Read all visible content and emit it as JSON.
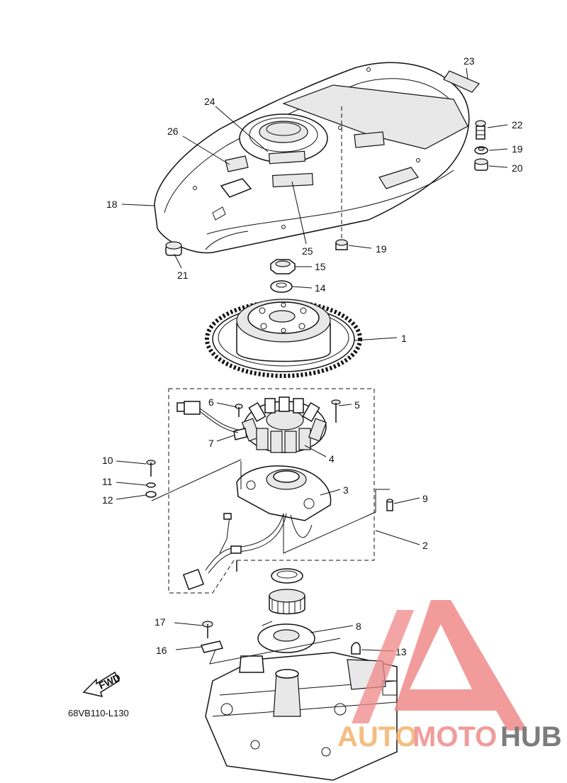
{
  "diagram": {
    "part_callouts": [
      "1",
      "2",
      "3",
      "4",
      "5",
      "6",
      "7",
      "8",
      "9",
      "10",
      "11",
      "12",
      "13",
      "14",
      "15",
      "16",
      "17",
      "18",
      "19",
      "19",
      "20",
      "21",
      "22",
      "23",
      "24",
      "25",
      "26"
    ],
    "fwd_label": "FWD",
    "drawing_code": "68VB110-L130"
  },
  "watermark": {
    "brand_part1": "AUTO",
    "brand_part2": "MOTO",
    "brand_part3": "HUB",
    "colors": {
      "red": "#f08a8a",
      "orange": "#f4b26a",
      "gray": "#666666"
    }
  }
}
